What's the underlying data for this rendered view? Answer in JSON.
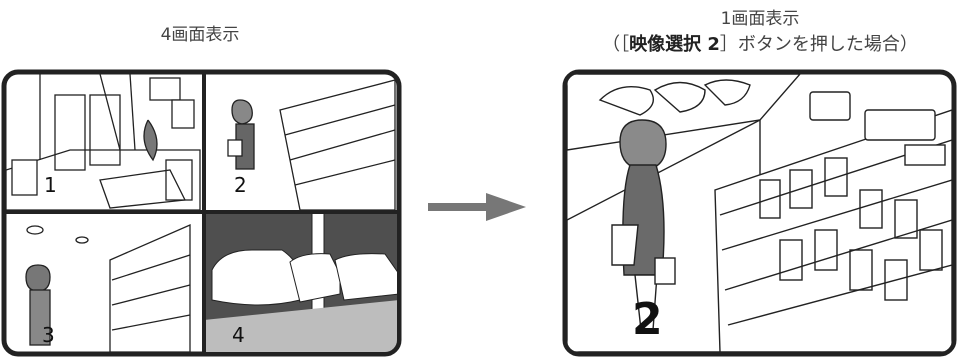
{
  "left_title": "4画面表示",
  "right_title_line1": "1画面表示",
  "right_title_line2_pre": "（［",
  "right_title_line2_bold": "映像選択 2",
  "right_title_line2_post": "］ボタンを押した場合）",
  "quadrant_numbers": [
    "1",
    "2",
    "3",
    "4"
  ],
  "single_number": "2",
  "colors": {
    "frame": "#222222",
    "arrow": "#777777",
    "floor_dark": "#555555"
  }
}
